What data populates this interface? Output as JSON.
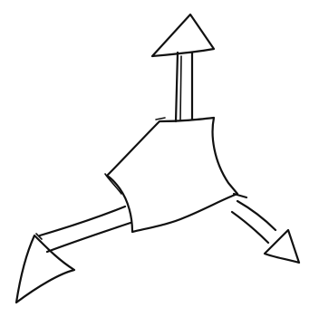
{
  "drawing": {
    "ink_color": "#111111",
    "background_color": "#ffffff",
    "parts": [
      "center-hub",
      "top-arrow",
      "left-arrow",
      "right-arrow"
    ]
  }
}
